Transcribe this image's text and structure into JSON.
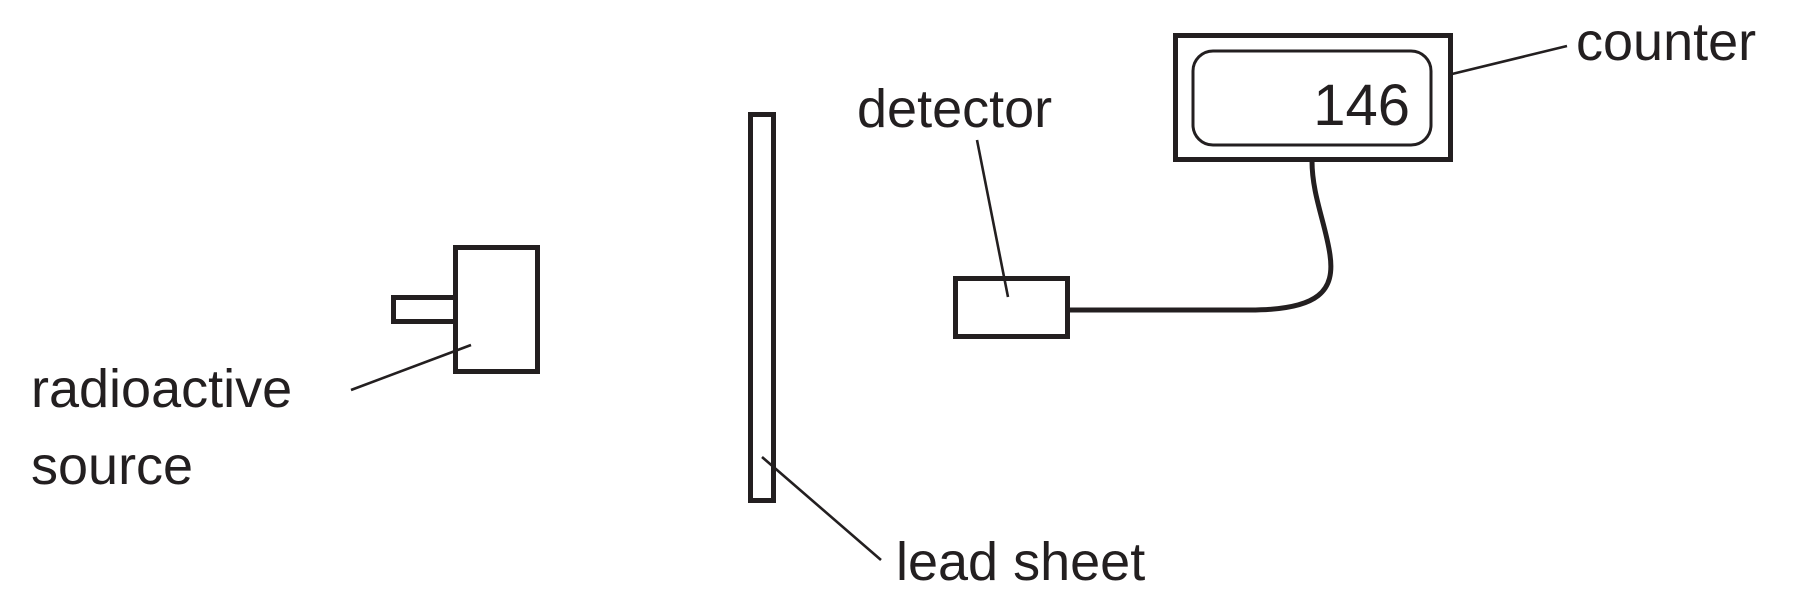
{
  "diagram": {
    "title": "Radioactive source, lead sheet, detector and counter apparatus",
    "labels": {
      "radioactive_source_line1": "radioactive",
      "radioactive_source_line2": "source",
      "lead_sheet": "lead sheet",
      "detector": "detector",
      "counter": "counter"
    },
    "counter_reading": "146",
    "colors": {
      "ink": "#231f20",
      "background": "#ffffff"
    }
  }
}
